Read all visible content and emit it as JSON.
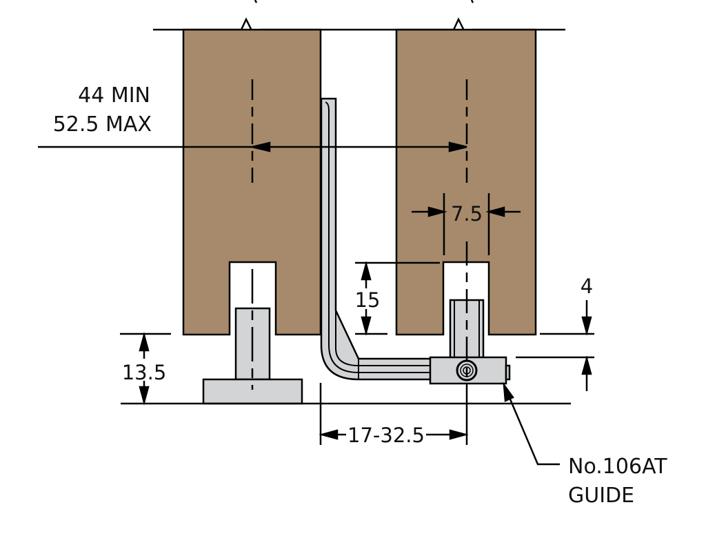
{
  "drawing": {
    "type": "technical-section-drawing",
    "subject": "Sliding door bottom guide arrangement",
    "colors": {
      "wood": "#a68a6b",
      "metal": "#d3d4d6",
      "line": "#000000",
      "background": "#ffffff"
    },
    "dimensions": {
      "door_centers_min": "44 MIN",
      "door_centers_max": "52.5 MAX",
      "groove_width": "7.5",
      "groove_depth": "15",
      "clearance": "4",
      "floor_guide_height": "13.5",
      "guide_offset": "17-32.5"
    },
    "callout": {
      "line1": "No.106AT",
      "line2": "GUIDE"
    },
    "parts": [
      {
        "name": "left-door-panel"
      },
      {
        "name": "right-door-panel"
      },
      {
        "name": "floor-guide-t-block"
      },
      {
        "name": "l-bracket-guide"
      },
      {
        "name": "guide-clamp-block"
      },
      {
        "name": "set-screw"
      }
    ]
  }
}
